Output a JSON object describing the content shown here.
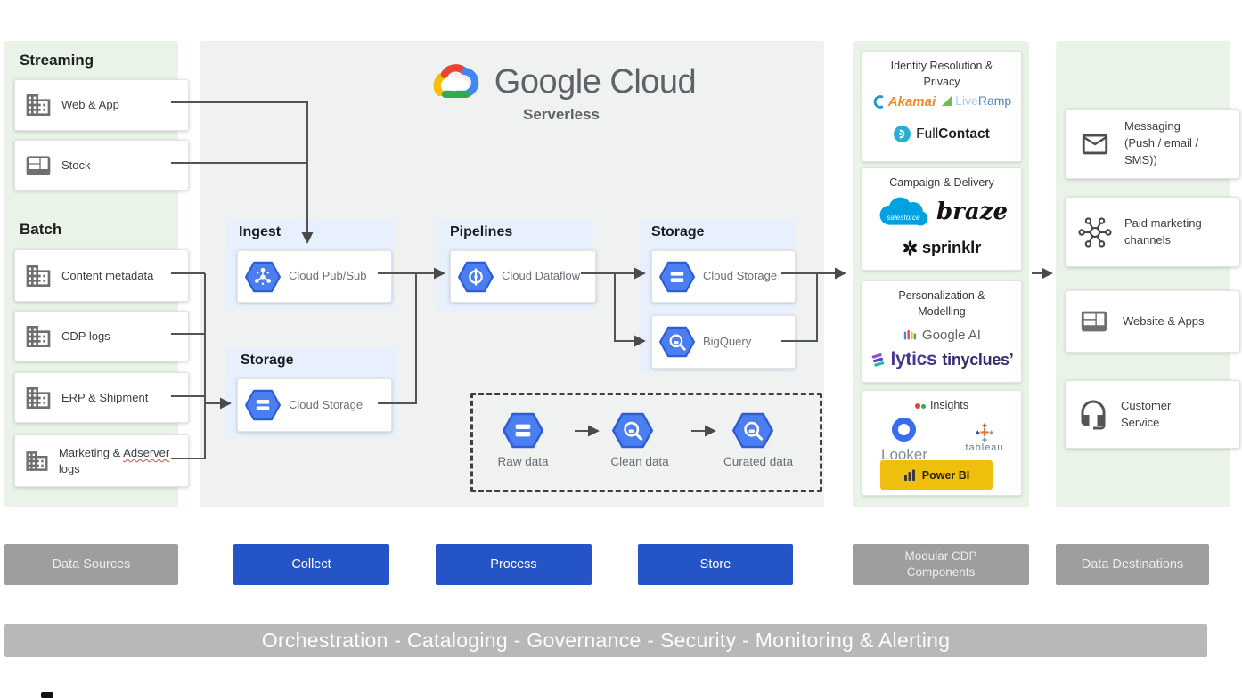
{
  "brand": {
    "name": "Google Cloud",
    "subtitle": "Serverless",
    "logo": "google-cloud-logo"
  },
  "sources": {
    "streaming": {
      "heading": "Streaming",
      "items": [
        {
          "label": "Web & App",
          "icon": "building-icon"
        },
        {
          "label": "Stock",
          "icon": "browser-icon"
        }
      ]
    },
    "batch": {
      "heading": "Batch",
      "items": [
        {
          "label": "Content metadata",
          "icon": "building-icon"
        },
        {
          "label": "CDP logs",
          "icon": "building-icon"
        },
        {
          "label": "ERP & Shipment",
          "icon": "building-icon"
        },
        {
          "label": "Marketing & Adserver logs",
          "icon": "building-icon",
          "parts": [
            "Marketing &",
            "Adserver",
            "logs"
          ],
          "misspelled_word": "Adserver"
        }
      ]
    }
  },
  "gcp": {
    "ingest": {
      "heading": "Ingest",
      "service": "Cloud Pub/Sub",
      "icon": "pubsub-hexagon-icon"
    },
    "storage_left": {
      "heading": "Storage",
      "service": "Cloud Storage",
      "icon": "cloud-storage-hexagon-icon"
    },
    "pipelines": {
      "heading": "Pipelines",
      "service": "Cloud Dataflow",
      "icon": "dataflow-hexagon-icon"
    },
    "storage_right": {
      "heading": "Storage",
      "services": [
        {
          "name": "Cloud Storage",
          "icon": "cloud-storage-hexagon-icon"
        },
        {
          "name": "BigQuery",
          "icon": "bigquery-hexagon-icon"
        }
      ]
    },
    "stages": {
      "items": [
        {
          "label": "Raw data",
          "icon": "cloud-storage-hexagon-icon"
        },
        {
          "label": "Clean data",
          "icon": "bigquery-hexagon-icon"
        },
        {
          "label": "Curated data",
          "icon": "bigquery-hexagon-icon"
        }
      ]
    }
  },
  "cdp": {
    "cards": [
      {
        "title": "Identity Resolution & Privacy",
        "vendors": {
          "akamai": "Akamai",
          "liveramp_a": "Live",
          "liveramp_b": "Ramp",
          "fullcontact_a": "Full",
          "fullcontact_b": "Contact"
        }
      },
      {
        "title": "Campaign & Delivery",
        "vendors": {
          "salesforce": "salesforce",
          "braze": "braze",
          "sprinklr": "sprinklr"
        }
      },
      {
        "title": "Personalization & Modelling",
        "vendors": {
          "googleai": "Google AI",
          "lytics": "lytics",
          "tinyclues": "tinyclues",
          "tinyclues_mark": "ʼ"
        }
      },
      {
        "title": "Insights",
        "vendors": {
          "looker": "Looker",
          "tableau": "tableau",
          "powerbi": "Power BI"
        }
      }
    ]
  },
  "destinations": {
    "items": [
      {
        "label": "Messaging (Push / email / SMS))",
        "icon": "envelope-icon"
      },
      {
        "label": "Paid marketing channels",
        "icon": "network-icon"
      },
      {
        "label": "Website & Apps",
        "icon": "browser-icon"
      },
      {
        "label": "Customer Service",
        "icon": "headset-icon"
      }
    ]
  },
  "footer": {
    "labels": [
      {
        "label": "Data Sources",
        "style": "gray"
      },
      {
        "label": "Collect",
        "style": "blue"
      },
      {
        "label": "Process",
        "style": "blue"
      },
      {
        "label": "Store",
        "style": "blue"
      },
      {
        "label": "Modular CDP Components",
        "style": "gray"
      },
      {
        "label": "Data Destinations",
        "style": "gray"
      }
    ],
    "bar": "Orchestration - Cataloging - Governance - Security - Monitoring & Alerting"
  },
  "colors": {
    "accent_blue": "#2454c5",
    "label_gray": "#9e9e9e",
    "bar_gray": "#b8b8b8",
    "panel_green": "#e9f3e8",
    "panel_gray": "#f0f1f1",
    "section_blue": "#e8f0fe",
    "hexagon_blue": "#4b7ef0",
    "hexagon_border": "#2d5fd3",
    "connector": "#545454",
    "powerbi_yellow": "#eec00d",
    "salesforce_blue": "#00a1e0"
  }
}
